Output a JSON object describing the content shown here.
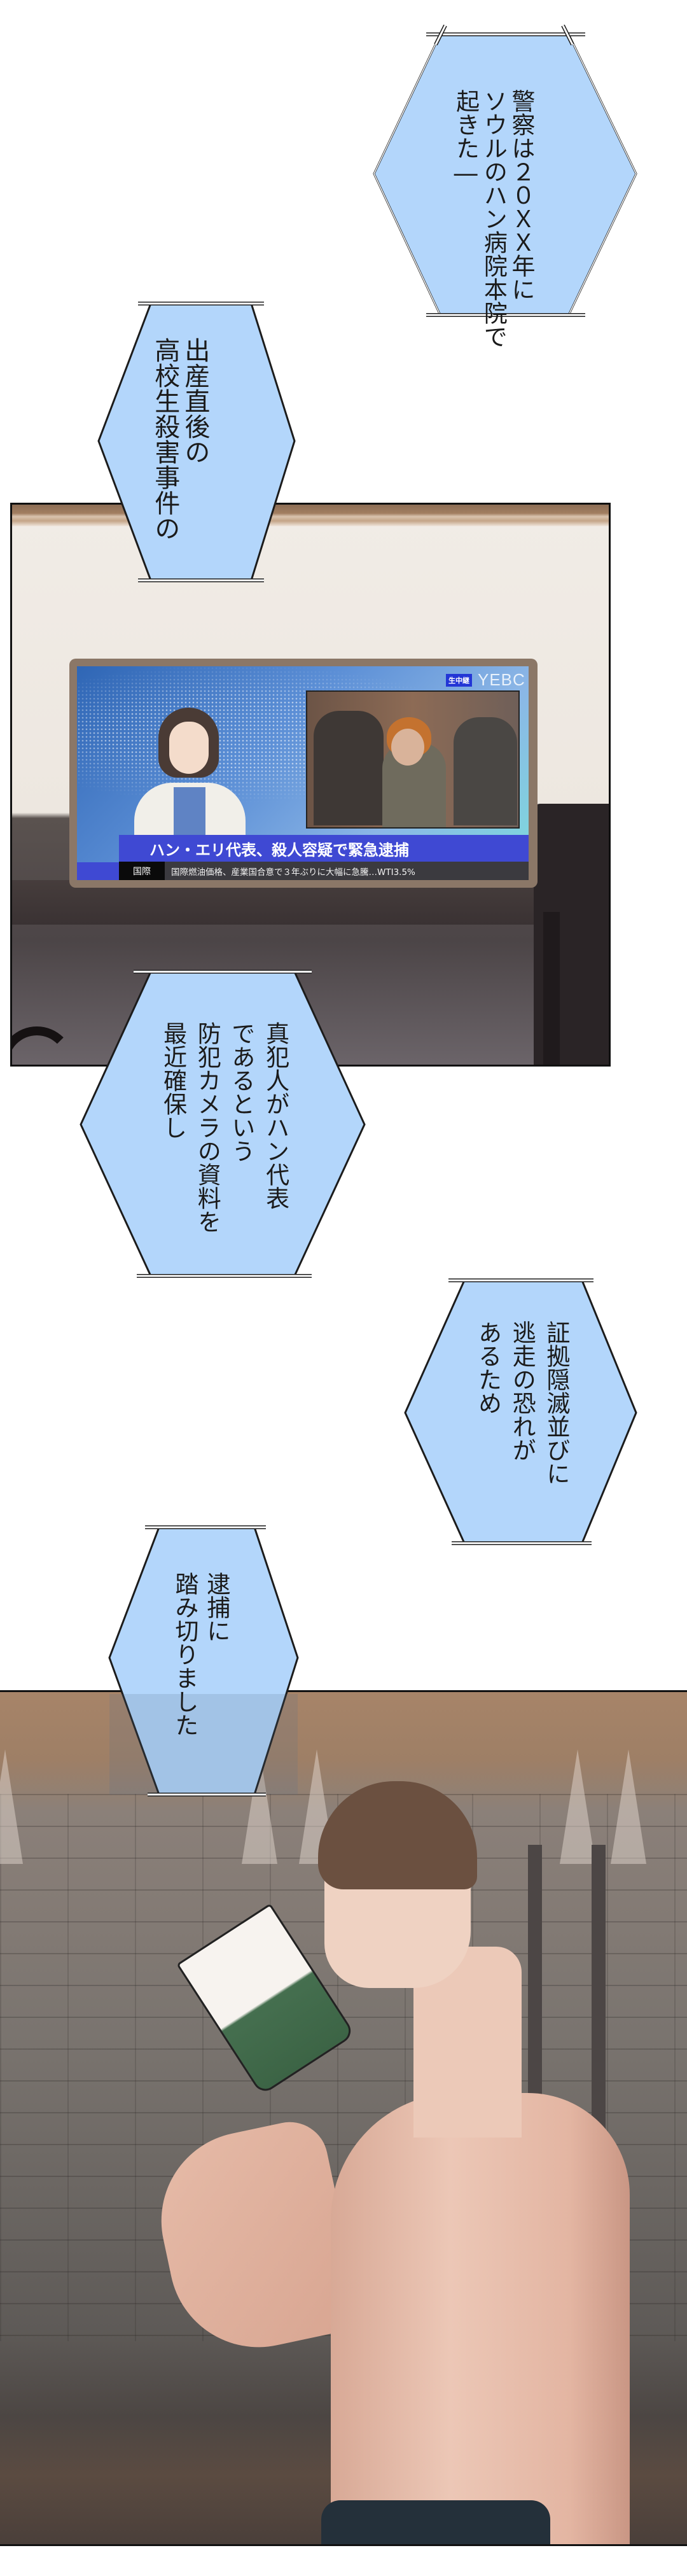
{
  "captions": [
    {
      "id": "caption-1",
      "lines": [
        "警察は２０ＸＸ年に",
        "ソウルのハン病院本院で",
        "起きた―"
      ]
    },
    {
      "id": "caption-2",
      "lines": [
        "出産直後の",
        "高校生殺害事件の"
      ]
    },
    {
      "id": "caption-3",
      "lines": [
        "真犯人がハン代表",
        "であるという",
        "防犯カメラの資料を",
        "最近確保し"
      ]
    },
    {
      "id": "caption-4",
      "lines": [
        "証拠隠滅並びに",
        "逃走の恐れが",
        "あるため"
      ]
    },
    {
      "id": "caption-5",
      "lines": [
        "逮捕に",
        "踏み切りました"
      ]
    }
  ],
  "tv": {
    "live_badge": "生中継",
    "channel": "YEBC",
    "headline": "ハン・エリ代表、殺人容疑で緊急逮捕",
    "ticker_category": "国際",
    "ticker_text": "国際燃油価格、産業国合意で３年ぶりに大幅に急騰…WTI3.5%"
  },
  "colors": {
    "caption_fill": "#b3d6fb",
    "caption_stroke": "#1c1c1c",
    "headline_bar": "#3f49d3",
    "live_badge": "#2336d6"
  }
}
